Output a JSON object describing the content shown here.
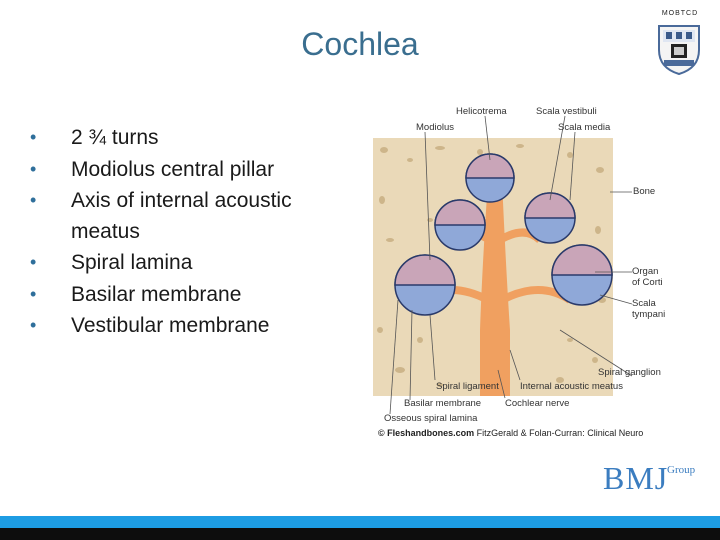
{
  "slide": {
    "title": "Cochlea",
    "org_label": "MOBTCD"
  },
  "bullets": [
    "2 ¾ turns",
    "Modiolus central pillar",
    "Axis of internal acoustic meatus",
    "Spiral lamina",
    "Basilar membrane",
    "Vestibular membrane"
  ],
  "figure": {
    "labels": {
      "helicotrema": "Helicotrema",
      "scala_vestibuli": "Scala vestibuli",
      "modiolus": "Modiolus",
      "scala_media": "Scala media",
      "bone": "Bone",
      "organ_of_corti_1": "Organ",
      "organ_of_corti_2": "of Corti",
      "scala_tympani_1": "Scala",
      "scala_tympani_2": "tympani",
      "spiral_ganglion": "Spiral ganglion",
      "spiral_ligament": "Spiral ligament",
      "internal_acoustic_meatus": "Internal acoustic meatus",
      "basilar_membrane": "Basilar membrane",
      "cochlear_nerve": "Cochlear nerve",
      "osseous_spiral_lamina": "Osseous spiral lamina"
    },
    "credit_bold": "© Fleshandbones.com",
    "credit_rest": " FitzGerald & Folan-Curran: Clinical Neuro"
  },
  "logo": {
    "mark": "BMJ",
    "group": "Group"
  },
  "colors": {
    "title": "#3a6e8f",
    "bullet": "#2f6f9b",
    "brand": "#3b7dc0",
    "bar_top": "#1d9ce3",
    "bar_bottom": "#0d0d0d"
  }
}
